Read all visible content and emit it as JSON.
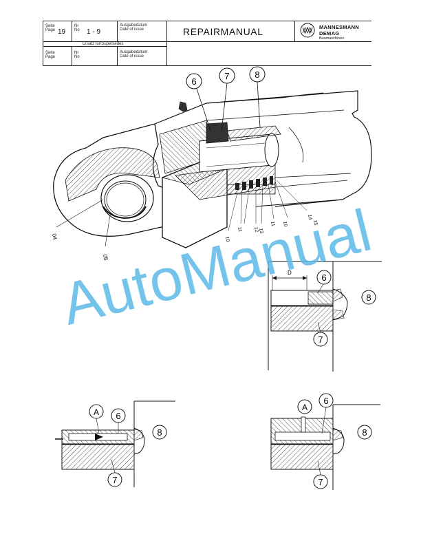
{
  "header": {
    "seite_label": "Seite",
    "page_label": "Page",
    "page_value": "19",
    "nr_label": "Nr",
    "no_label": "No",
    "nr_value": "1 - 9",
    "date_label_de": "Ausgabedatum",
    "date_label_en": "Date of issue",
    "title": "REPAIRMANUAL",
    "supersedes": "Ersatz fur/Supersedes",
    "seite2_label": "Seite",
    "page2_label": "Page",
    "nr2_label": "Nr",
    "no2_label": "No",
    "date2_label_de": "Ausgabedatum",
    "date2_label_en": "Date of issue",
    "brand_line1": "MANNESMANN",
    "brand_line2": "DEMAG",
    "brand_line3": "Baumaschinen"
  },
  "main_drawing": {
    "callouts": [
      "6",
      "7",
      "8"
    ],
    "labels": {
      "left_04": "04",
      "bottom_05": "05",
      "l10a": "10",
      "l11a": "11",
      "l12": "12",
      "l13": "13",
      "l11b": "11",
      "l10b": "10",
      "l14": "14",
      "l15": "15"
    }
  },
  "detail_top_right": {
    "dim": "D",
    "c6": "6",
    "c7": "7",
    "c8": "8"
  },
  "detail_bottom_left": {
    "cA": "A",
    "c6": "6",
    "c7": "7",
    "c8": "8"
  },
  "detail_bottom_right": {
    "cA": "A",
    "c6": "6",
    "c7": "7",
    "c8": "8"
  },
  "watermark": {
    "text": "AutoManual",
    "color": "#5bb8e8"
  }
}
